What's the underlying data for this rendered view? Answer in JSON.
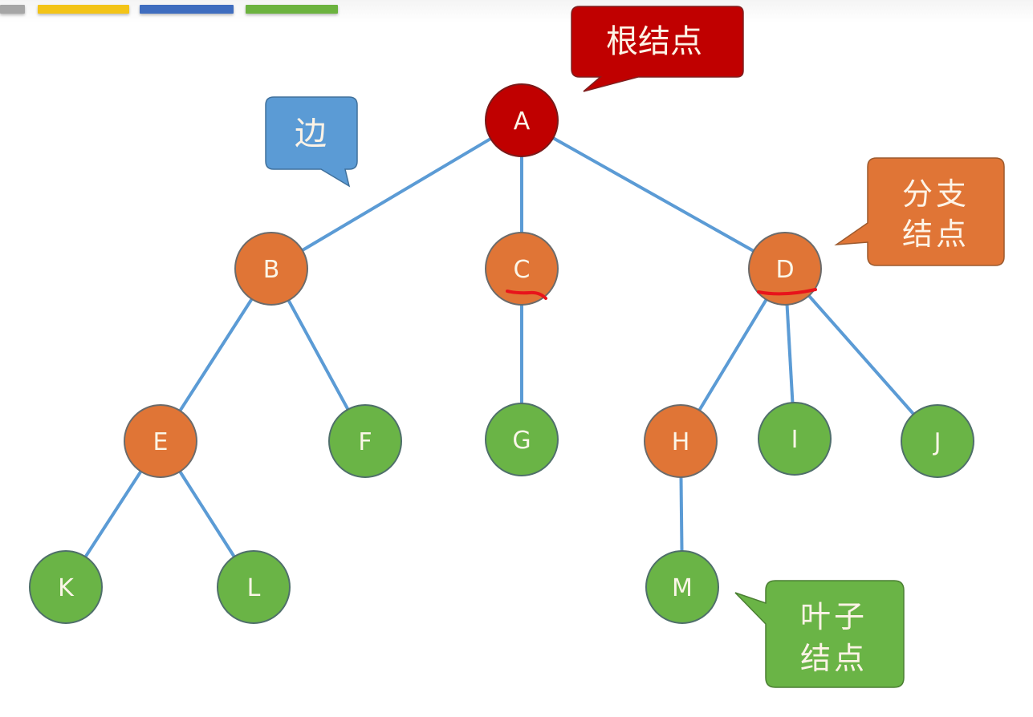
{
  "slide": {
    "theme_stripes": [
      {
        "name": "gray",
        "color": "#a6a6a6"
      },
      {
        "name": "yellow",
        "color": "#f3c417"
      },
      {
        "name": "blue",
        "color": "#3f6dbf"
      },
      {
        "name": "green",
        "color": "#6cb33f"
      }
    ]
  },
  "colors": {
    "root": "#c00000",
    "branch": "#e07536",
    "leaf": "#6ab446",
    "edge": "#5b9bd5",
    "annotation": "#e8141b"
  },
  "tree": {
    "nodes": [
      {
        "id": "A",
        "label": "A",
        "type": "root"
      },
      {
        "id": "B",
        "label": "B",
        "type": "branch"
      },
      {
        "id": "C",
        "label": "C",
        "type": "branch"
      },
      {
        "id": "D",
        "label": "D",
        "type": "branch"
      },
      {
        "id": "E",
        "label": "E",
        "type": "branch"
      },
      {
        "id": "F",
        "label": "F",
        "type": "leaf"
      },
      {
        "id": "G",
        "label": "G",
        "type": "leaf"
      },
      {
        "id": "H",
        "label": "H",
        "type": "branch"
      },
      {
        "id": "I",
        "label": "I",
        "type": "leaf"
      },
      {
        "id": "J",
        "label": "J",
        "type": "leaf"
      },
      {
        "id": "K",
        "label": "K",
        "type": "leaf"
      },
      {
        "id": "L",
        "label": "L",
        "type": "leaf"
      },
      {
        "id": "M",
        "label": "M",
        "type": "leaf"
      }
    ],
    "edges": [
      [
        "A",
        "B"
      ],
      [
        "A",
        "C"
      ],
      [
        "A",
        "D"
      ],
      [
        "B",
        "E"
      ],
      [
        "B",
        "F"
      ],
      [
        "C",
        "G"
      ],
      [
        "D",
        "H"
      ],
      [
        "D",
        "I"
      ],
      [
        "D",
        "J"
      ],
      [
        "E",
        "K"
      ],
      [
        "E",
        "L"
      ],
      [
        "H",
        "M"
      ]
    ],
    "underlined_nodes": [
      "C",
      "D"
    ]
  },
  "callouts": {
    "root": {
      "lines": [
        "根结点"
      ],
      "color": "#c00000"
    },
    "edge": {
      "lines": [
        "边"
      ],
      "color": "#5b9bd5"
    },
    "branch": {
      "lines": [
        "分支",
        "结点"
      ],
      "color": "#e07536"
    },
    "leaf": {
      "lines": [
        "叶子",
        "结点"
      ],
      "color": "#6ab446"
    }
  }
}
